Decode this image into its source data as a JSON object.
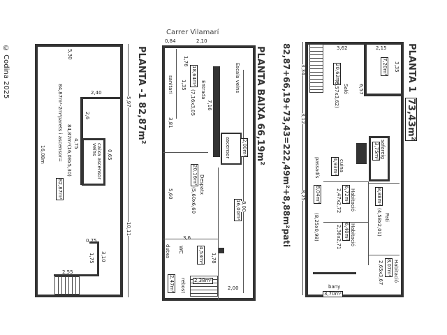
{
  "copyright": "© Codina 2025",
  "plan_minus1": {
    "title": "PLANTA -1 82,87m²",
    "labels": [
      "5,30",
      "2,40",
      "2,6",
      "4,75",
      "0,65",
      "caixa ascensor veïns",
      "84,87m²(16,08x5,30)",
      "84,87m²-2m²parets i ascensor=",
      "82,87m²",
      "16,08m",
      "5,97",
      "10,11",
      "0,75",
      "3,10",
      "1,75",
      "2,55"
    ]
  },
  "plan_ground": {
    "street": "Carrer Vilamarí",
    "title": "PLANTA BAIXA 66,19m²",
    "labels": [
      "0,84",
      "2,10",
      "1,76",
      "18,64m²",
      "Entrada",
      "(7,16x3,05",
      "sanitari",
      "1,35",
      "7,16",
      "3,81",
      "Escala veïns",
      "ascensor",
      "2,00m²",
      "20,16m²",
      "Despatx",
      "(5,60x6,60",
      "5,60",
      "16,00m²",
      "8,00",
      "3,6",
      "dutxa",
      "WC",
      "4,53m²",
      "1,78",
      "2,47m²",
      "rebost",
      "2,38m²",
      "2,00"
    ]
  },
  "plan_first": {
    "title_prefix": "PLANTA 1",
    "title_area": "73,43m²",
    "total": "82,87+66,19+73,43=222,49m²+8,88m²pati",
    "labels": [
      "3,62",
      "2,15",
      "3,35",
      "7,20m²",
      "20,62m²",
      "Saló",
      "(6,57x3,62)",
      "6,57",
      "3,34",
      "3,12",
      "8,25",
      "safareig",
      "3,75m²",
      "cuina",
      "4,93m²",
      "passadís",
      "8,04m²",
      "(8,25x0,98)",
      "Habitació",
      "6,72m²",
      "2,47x2,72",
      "Habitació",
      "6,40m²",
      "2,36x2,71",
      "8,88m²",
      "Pati",
      "(4,58x2,01)",
      "Habitació",
      "8,07m²",
      "2,65x3,67",
      "bany",
      "3,70m²"
    ]
  }
}
